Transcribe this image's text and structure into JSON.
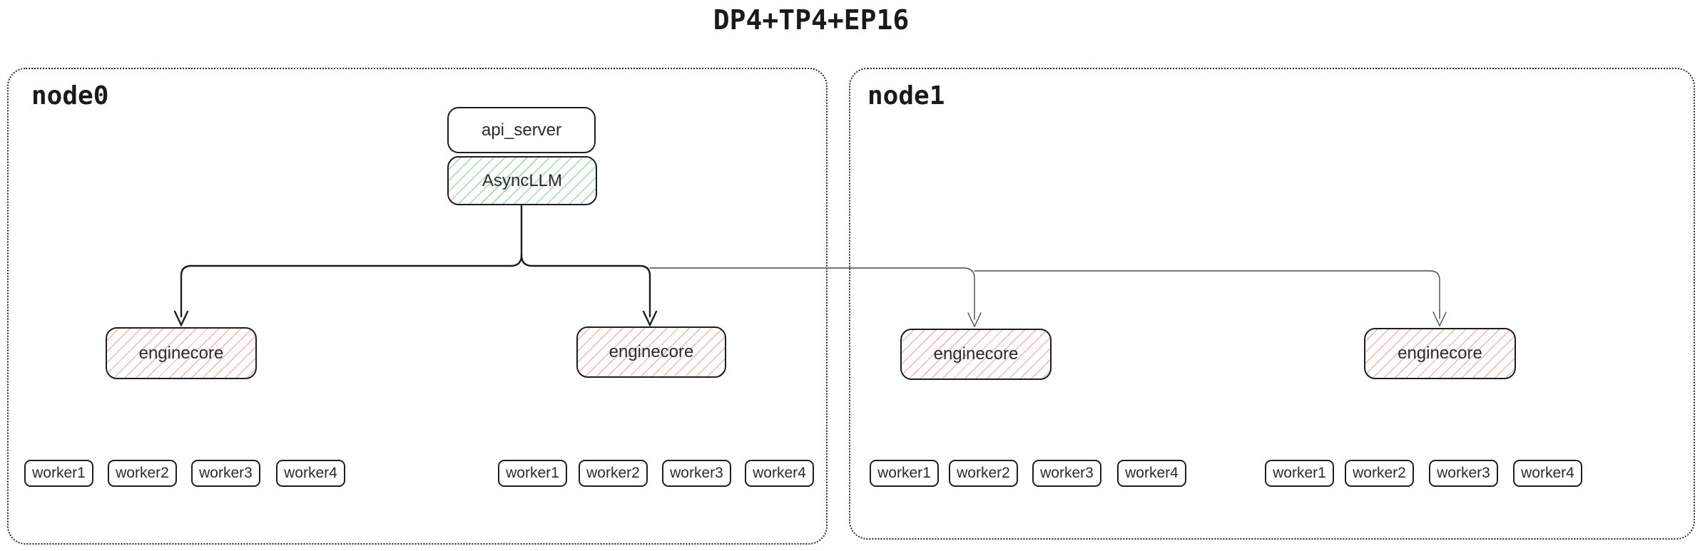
{
  "title": "DP4+TP4+EP16",
  "node0": {
    "label": "node0",
    "api_server": {
      "label": "api_server"
    },
    "async_llm": {
      "label": "AsyncLLM"
    },
    "enginecores": [
      {
        "label": "enginecore"
      },
      {
        "label": "enginecore"
      }
    ],
    "worker_groups": [
      {
        "workers": [
          "worker1",
          "worker2",
          "worker3",
          "worker4"
        ]
      },
      {
        "workers": [
          "worker1",
          "worker2",
          "worker3",
          "worker4"
        ]
      }
    ]
  },
  "node1": {
    "label": "node1",
    "enginecores": [
      {
        "label": "enginecore"
      },
      {
        "label": "enginecore"
      }
    ],
    "worker_groups": [
      {
        "workers": [
          "worker1",
          "worker2",
          "worker3",
          "worker4"
        ]
      },
      {
        "workers": [
          "worker1",
          "worker2",
          "worker3",
          "worker4"
        ]
      }
    ]
  },
  "colors": {
    "box_border": "#1e1e1e",
    "text": "#2b2b2b",
    "node_border": "#2b2b2b",
    "green_hatch": "#9fdca4",
    "red_hatch": "#f2b6ae",
    "connector_thick": "#1e1e1e",
    "connector_thin": "#4a4a4a"
  }
}
